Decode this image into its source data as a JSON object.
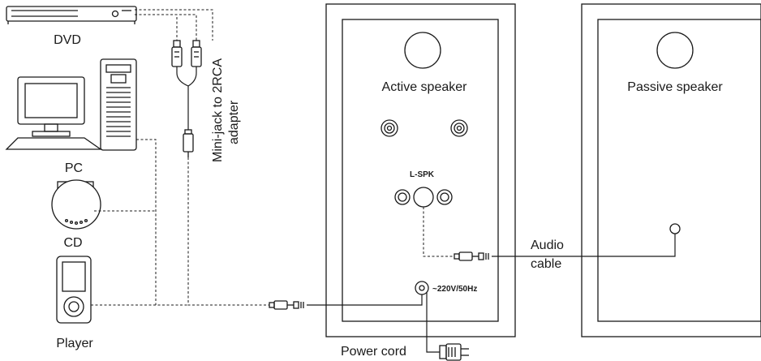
{
  "labels": {
    "dvd": "DVD",
    "pc": "PC",
    "cd": "CD",
    "player": "Player",
    "adapter_line1": "Mini-jack to 2RCA",
    "adapter_line2": "adapter",
    "active_speaker": "Active speaker",
    "passive_speaker": "Passive speaker",
    "lspk": "L-SPK",
    "power_rating": "~220V/50Hz",
    "audio_cable_line1": "Audio",
    "audio_cable_line2": "cable",
    "power_cord": "Power cord"
  }
}
